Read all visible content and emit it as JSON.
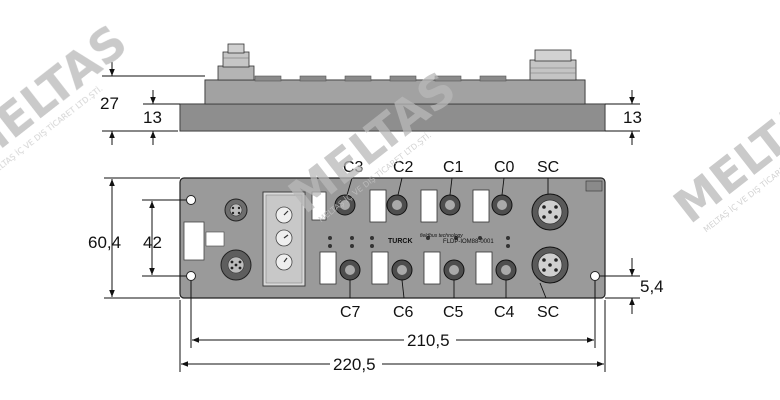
{
  "watermark": {
    "brand": "MELTAS",
    "sub": "MELTAŞ İÇ VE DIŞ TİCARET LTD.ŞTİ."
  },
  "side_view": {
    "overall_height": "27",
    "base_height_left": "13",
    "base_height_right": "13"
  },
  "top_view": {
    "height_overall": "60,4",
    "hole_spacing": "42",
    "hole_offset": "5,4",
    "length_inner": "210,5",
    "length_overall": "220,5"
  },
  "ports": {
    "top": [
      "C3",
      "C2",
      "C1",
      "C0",
      "SC"
    ],
    "bottom": [
      "C7",
      "C6",
      "C5",
      "C4",
      "SC"
    ]
  },
  "device": {
    "brand": "TURCK",
    "logo": "fieldbus technology",
    "model": "FLDP-IOM88-0001"
  },
  "colors": {
    "housing": "#9a9a9a",
    "housing_dark": "#7c7c7c",
    "line": "#111111"
  }
}
